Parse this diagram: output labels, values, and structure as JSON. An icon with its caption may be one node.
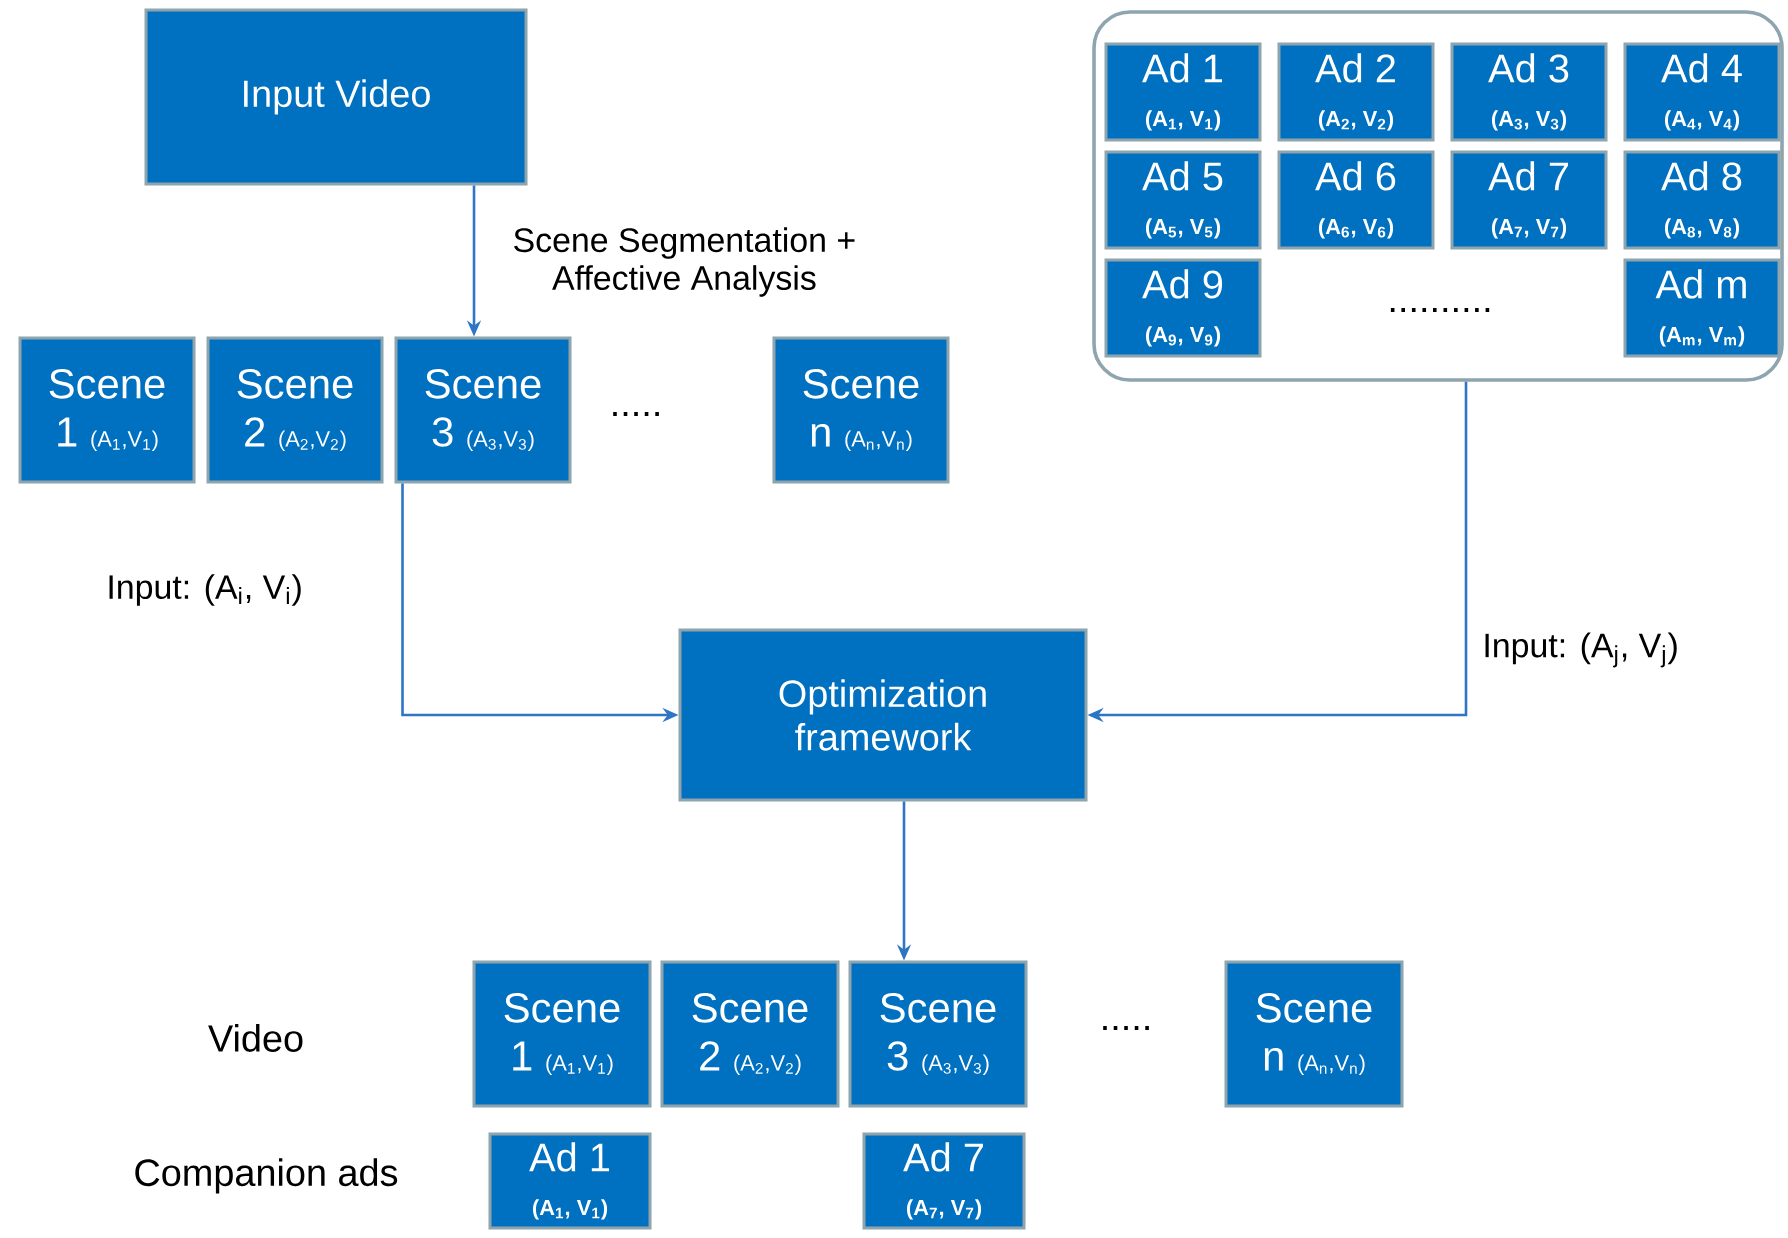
{
  "diagram": {
    "nodes": [
      {
        "text": [
          "Input Video"
        ]
      },
      {
        "text": [
          "Scene 1",
          "(A$_{1}$,V$_{1}$)"
        ]
      },
      {
        "text": [
          "Scene 2",
          "(A$_{2}$,V$_{2}$)"
        ]
      },
      {
        "text": [
          "Scene 3",
          "(A$_{3}$,V$_{3}$)"
        ]
      },
      {
        "text": [
          "Scene n",
          "(A$_{n}$,V$_{n}$)"
        ]
      },
      {
        "text": [],
        "shape": "box"
      },
      {
        "text": [
          "Ad 1",
          "(A$_{1}$, V$_{1}$)"
        ],
        "in": 5
      },
      {
        "text": [
          "Ad 2",
          "(A$_{2}$, V$_{2}$)"
        ],
        "in": 5
      },
      {
        "text": [
          "Ad 3",
          "(A$_{3}$, V$_{3}$)"
        ],
        "in": 5
      },
      {
        "text": [
          "Ad 4",
          "(A$_{4}$, V$_{4}$)"
        ],
        "in": 5
      },
      {
        "text": [
          "Ad 5",
          "(A$_{5}$, V$_{5}$)"
        ],
        "in": 5
      },
      {
        "text": [
          "Ad 6",
          "(A$_{6}$, V$_{6}$)"
        ],
        "in": 5
      },
      {
        "text": [
          "Ad 7",
          "(A$_{7}$, V$_{7}$)"
        ],
        "in": 5
      },
      {
        "text": [
          "Ad 8",
          "(A$_{8}$, V$_{8}$)"
        ],
        "in": 5
      },
      {
        "text": [
          "Ad 9",
          "(A$_{9}$, V$_{9}$)"
        ],
        "in": 5
      },
      {
        "text": [
          "Ad m",
          "(A$_{m}$, V$_{m}$)"
        ],
        "in": 5
      },
      {
        "text": [
          "Optimization framework"
        ]
      },
      {
        "text": [
          "Scene 1",
          "(A$_{1}$,V$_{1}$)"
        ]
      },
      {
        "text": [
          "Scene 2",
          "(A$_{2}$,V$_{2}$)"
        ]
      },
      {
        "text": [
          "Scene 3",
          "(A$_{3}$,V$_{3}$)"
        ]
      },
      {
        "text": [
          "Scene n",
          "(A$_{n}$,V$_{n}$)"
        ]
      },
      {
        "text": [
          "Ad 1",
          "(A$_{1}$, V$_{1}$)"
        ]
      },
      {
        "text": [
          "Ad 7",
          "(A$_{7}$, V$_{7}$)"
        ]
      }
    ],
    "edges": [
      {
        "from": 0,
        "to": 3,
        "arrow": "to",
        "label": "Scene Segmentation + Affective Analysis"
      },
      {
        "from": 3,
        "to": 16,
        "arrow": "to",
        "label": "Input: (A$_{i}$, V$_{i}$)"
      },
      {
        "from": 5,
        "to": 16,
        "arrow": "to",
        "label": "Input: (A$_{j}$, V$_{j}$)"
      },
      {
        "from": 16,
        "to": 19,
        "arrow": "to"
      }
    ],
    "labels": [
      "..........",
      ".....",
      "Video",
      ".....",
      "Companion ads"
    ]
  }
}
